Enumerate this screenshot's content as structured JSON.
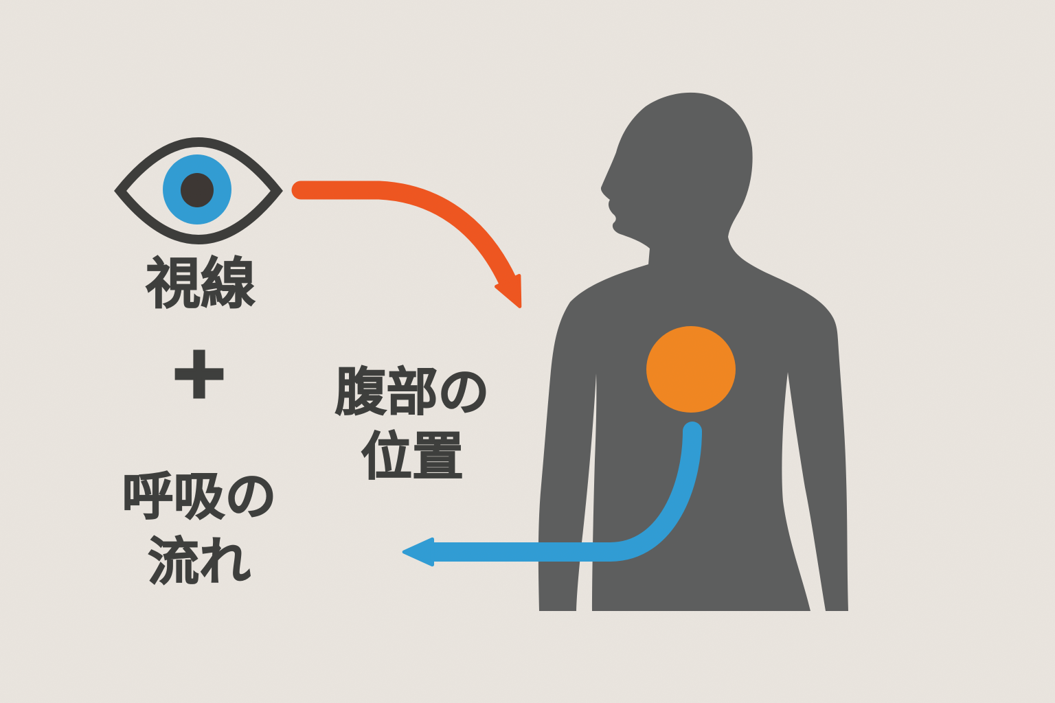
{
  "labels": {
    "gaze": "視線",
    "plus": "+",
    "abdomen": {
      "line1": "腹部の",
      "line2": "位置"
    },
    "breathing": {
      "line1": "呼吸の",
      "line2": "流れ"
    }
  },
  "icons": {
    "eye": "eye-icon",
    "gaze_arrow": "curved-arrow-down-right-icon",
    "breath_arrow": "curved-arrow-left-icon",
    "body": "human-profile-silhouette",
    "spot": "abdomen-spot-circle"
  },
  "colors": {
    "background": "#efeae3",
    "text": "#3e3f3d",
    "body_gray": "#5c5d5d",
    "eye_outline": "#3a3a38",
    "eye_iris_blue": "#2e9ed8",
    "eye_pupil": "#3a3430",
    "arrow_orange": "#f4541c",
    "spot_orange": "#f6871d",
    "arrow_blue": "#2d9ed9"
  }
}
